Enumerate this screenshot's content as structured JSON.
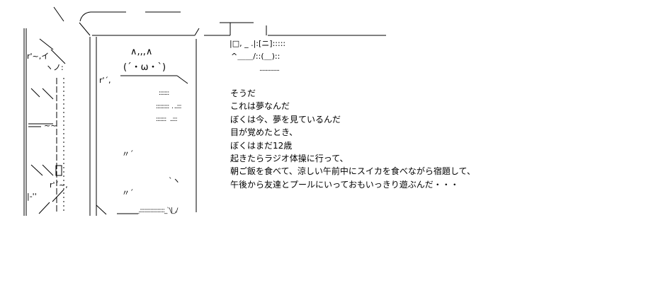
{
  "aa": {
    "cat_ears": "∧,,,∧",
    "cat_face": "(´・ω・`)",
    "sign_top": "|□, _ .|:[ニ]:::::",
    "sign_bottom": "^＿＿/::(＿)::",
    "sign_dots": "...............",
    "dots_a": ":::::::",
    "dots_b": ":::::::::  . ..:::",
    "dots_c": ":::::::   ..:::",
    "dots_d": "::::",
    "bed_corner": "r'´,",
    "hatch_a": "〃´",
    "hatch_b": "〃´",
    "stroke": "`ヽ",
    "bottom_dots": "_.:::::::::::::::::_`\\|_,/",
    "wave": "~~",
    "left_a": "r'~,イ",
    "left_b": "ヽノ:",
    "left_c": "r'´~,",
    "left_d": "|‐''"
  },
  "dialogue": {
    "lines": [
      "そうだ",
      "これは夢なんだ",
      "ぼくは今、夢を見ているんだ",
      "目が覚めたとき、",
      "ぼくはまだ12歳",
      "起きたらラジオ体操に行って、",
      "朝ご飯を食べて、涼しい午前中にスイカを食べながら宿題して、",
      "午後から友達とプールにいっておもいっきり遊ぶんだ・・・"
    ]
  }
}
